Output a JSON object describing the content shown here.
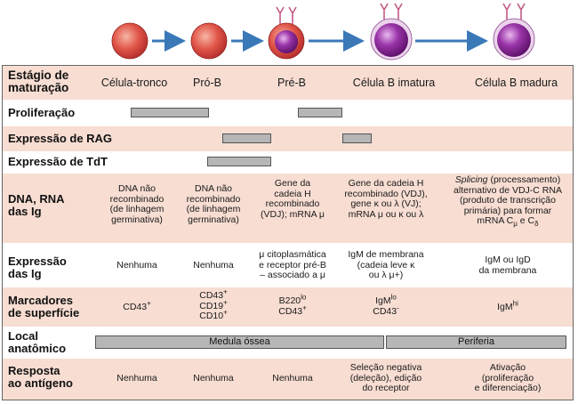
{
  "stages": [
    "Célula-tronco",
    "Pró-B",
    "Pré-B",
    "Célula B imatura",
    "Célula B madura"
  ],
  "rows": {
    "stage_header": "Estágio de\nmaturação",
    "prolif": "Proliferação",
    "rag": "Expressão de RAG",
    "tdt": "Expressão de TdT",
    "dna": "DNA, RNA\ndas Ig",
    "expr": "Expressão\ndas Ig",
    "markers": "Marcadores\nde superfície",
    "local": "Local\nanatômico",
    "resp": "Resposta\nao antígeno"
  },
  "dna": {
    "c1": "DNA não\nrecombinado\n(de linhagem\ngerminativa)",
    "c2": "DNA não\nrecombinado\n(de linhagem\ngerminativa)",
    "c3": "Gene da\ncadeia H\nrecombinado\n(VDJ); mRNA μ",
    "c4": "Gene da cadeia H\nrecombinado (VDJ),\ngene κ ou λ (VJ);\nmRNA μ ou κ ou λ",
    "c5_italic": "Splicing",
    "c5_rest": " (processamento)\nalternativo de VDJ-C RNA\n(produto de transcrição\nprimária) para formar\nmRNA C",
    "c5_mu": "μ",
    "c5_and": " e C",
    "c5_delta": "δ"
  },
  "expr": {
    "c1": "Nenhuma",
    "c2": "Nenhuma",
    "c3": "μ citoplasmática\ne receptor pré-B\n– associado a μ",
    "c4": "IgM de membrana\n(cadeia leve κ\nou λ μ+)",
    "c5": "IgM ou IgD\nda membrana"
  },
  "markers": {
    "c1_base": "CD43",
    "c1_sup": "+",
    "c2_l1_base": "CD43",
    "c2_l1_sup": "+",
    "c2_l2_base": "CD19",
    "c2_l2_sup": "+",
    "c2_l3_base": "CD10",
    "c2_l3_sup": "+",
    "c3_l1_base": "B220",
    "c3_l1_sup": "lo",
    "c3_l2_base": "CD43",
    "c3_l2_sup": "+",
    "c4_l1_base": "IgM",
    "c4_l1_sup": "lo",
    "c4_l2_base": "CD43",
    "c4_l2_sup": "-",
    "c5_base": "IgM",
    "c5_sup": "hi"
  },
  "local": {
    "bm": "Medula óssea",
    "periphery": "Periferia"
  },
  "resp": {
    "c1": "Nenhuma",
    "c2": "Nenhuma",
    "c3": "Nenhuma",
    "c4": "Seleção negativa\n(deleção), edição\ndo receptor",
    "c5": "Ativação\n(proliferação\ne diferenciação)"
  },
  "colors": {
    "row_pink": "#f7ddd2",
    "bar_gray": "#b6b6b6",
    "cell_red": "#d9443c",
    "nucleus_purple": "#8a1f93",
    "arrow_blue": "#3a78b8",
    "receptor_pink": "#c25a86"
  }
}
